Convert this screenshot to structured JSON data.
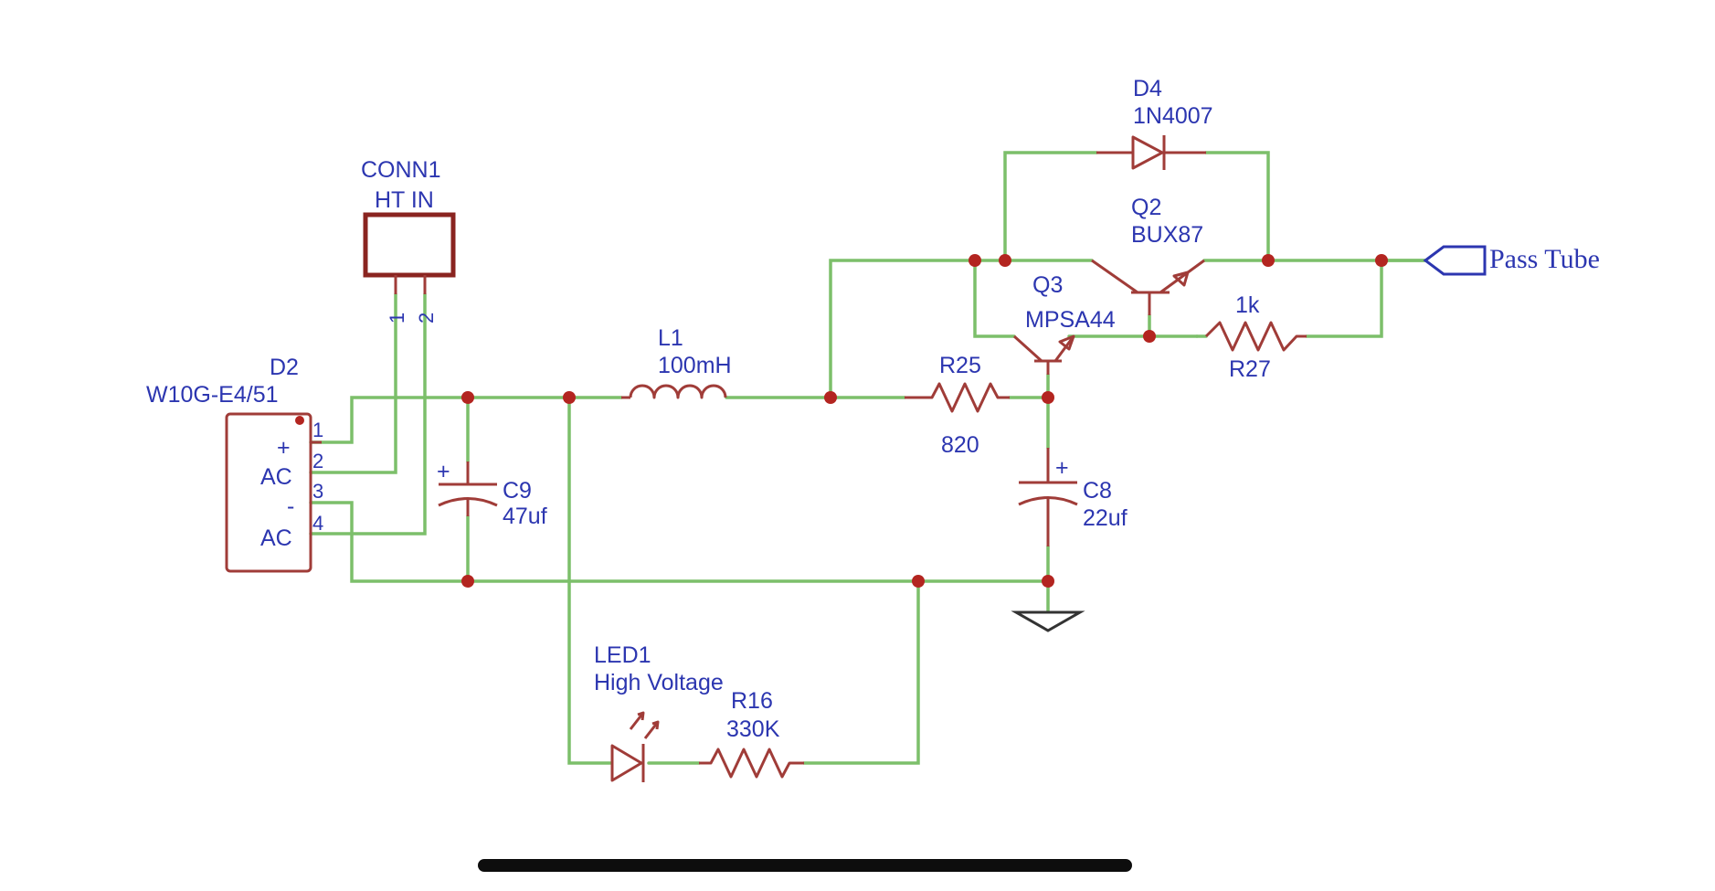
{
  "schematic": {
    "components": {
      "d2": {
        "ref": "D2",
        "value": "W10G-E4/51",
        "pins": [
          "1",
          "2",
          "3",
          "4"
        ],
        "pin_labels": [
          "+",
          "AC",
          "-",
          "AC"
        ]
      },
      "conn1": {
        "ref": "CONN1",
        "value": "HT IN",
        "pins": [
          "1",
          "2"
        ]
      },
      "c9": {
        "ref": "C9",
        "value": "47uf"
      },
      "l1": {
        "ref": "L1",
        "value": "100mH"
      },
      "r25": {
        "ref": "R25",
        "value": "820"
      },
      "q3": {
        "ref": "Q3",
        "value": "MPSA44"
      },
      "q2": {
        "ref": "Q2",
        "value": "BUX87"
      },
      "d4": {
        "ref": "D4",
        "value": "1N4007"
      },
      "r27": {
        "ref": "R27",
        "value": "1k"
      },
      "c8": {
        "ref": "C8",
        "value": "22uf"
      },
      "led1": {
        "ref": "LED1",
        "value": "High Voltage"
      },
      "r16": {
        "ref": "R16",
        "value": "330K"
      }
    },
    "polarity_mark": "+",
    "net_label": "Pass Tube"
  },
  "colors": {
    "wire": "#7cbf6a",
    "component": "#a03c38",
    "text": "#2c36b0",
    "junction": "#b32520",
    "ground": "#333333"
  }
}
